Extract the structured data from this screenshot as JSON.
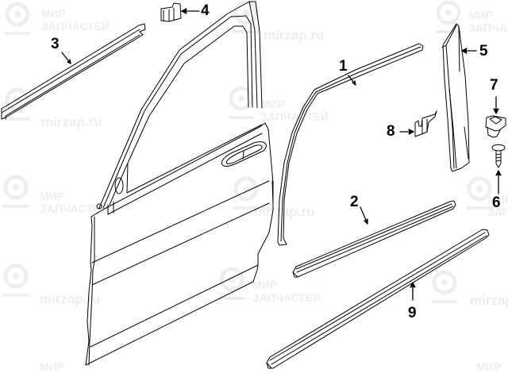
{
  "diagram": {
    "type": "exploded parts diagram",
    "subject": "Front door and exterior moldings",
    "colors": {
      "line": "#000000",
      "background": "#ffffff",
      "watermark": "#eeeeee"
    }
  },
  "watermark": {
    "brand_line1": "МИР",
    "brand_line2": "ЗАПЧАСТЕЙ",
    "url": "mirzap.ru"
  },
  "callouts": [
    {
      "number": "1",
      "label": "1"
    },
    {
      "number": "2",
      "label": "2"
    },
    {
      "number": "3",
      "label": "3"
    },
    {
      "number": "4",
      "label": "4"
    },
    {
      "number": "5",
      "label": "5"
    },
    {
      "number": "6",
      "label": "6"
    },
    {
      "number": "7",
      "label": "7"
    },
    {
      "number": "8",
      "label": "8"
    },
    {
      "number": "9",
      "label": "9"
    }
  ]
}
